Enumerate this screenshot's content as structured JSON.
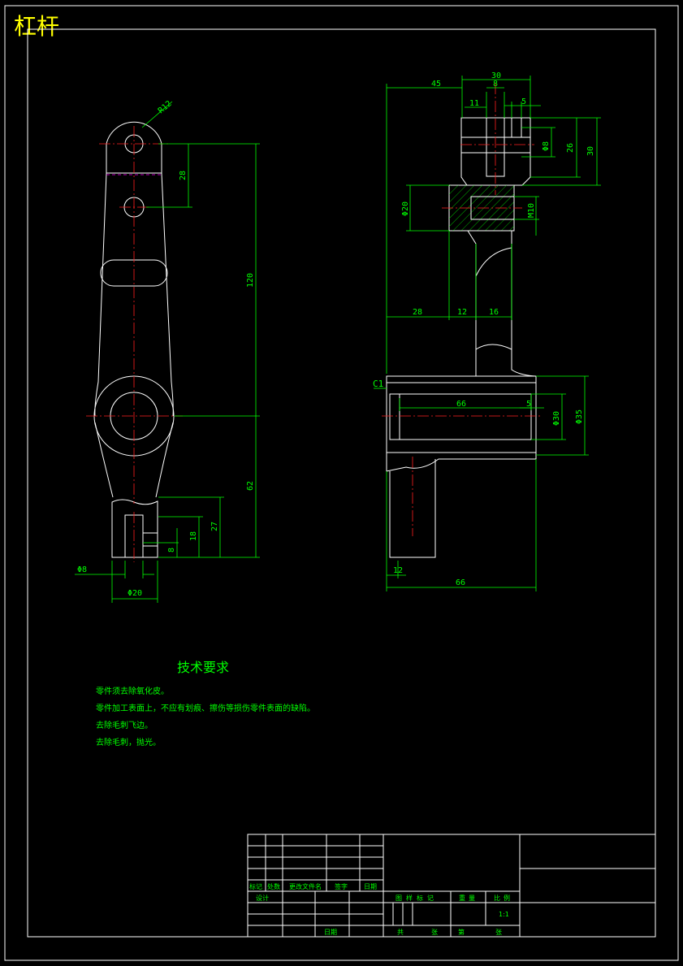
{
  "drawing": {
    "title": "杠杆",
    "tech_requirements": {
      "heading": "技术要求",
      "items": [
        "零件须去除氧化皮。",
        "零件加工表面上，不应有划痕、擦伤等损伤零件表面的缺陷。",
        "去除毛刺飞边。",
        "去除毛刺，抛光。"
      ]
    },
    "dimensions": {
      "r12": "R12",
      "d28": "28",
      "d120": "120",
      "d62": "62",
      "d27": "27",
      "d18": "18",
      "d8": "8",
      "phi8": "Φ8",
      "phi20_left": "Φ20",
      "d45": "45",
      "d30": "30",
      "d8b": "8",
      "d11": "11",
      "d5": "5",
      "phi8_right": "Φ8",
      "d26": "26",
      "d30b": "30",
      "phi20_mid": "Φ20",
      "m10": "M10",
      "d28b": "28",
      "d12": "12",
      "d16": "16",
      "c1": "C1",
      "d66": "66",
      "d5b": "5",
      "phi30": "Φ30",
      "phi35": "Φ35",
      "d12b": "12",
      "d66b": "66"
    },
    "title_block": {
      "col_labels": [
        "标记",
        "处数",
        "更改文件名",
        "签字",
        "日期"
      ],
      "design": "设计",
      "date": "日期",
      "stage": "图样标记",
      "weight": "重量",
      "scale_label": "比例",
      "scale_value": "1:1",
      "total": "共",
      "sheet1": "张",
      "page": "第",
      "sheet2": "张"
    }
  }
}
